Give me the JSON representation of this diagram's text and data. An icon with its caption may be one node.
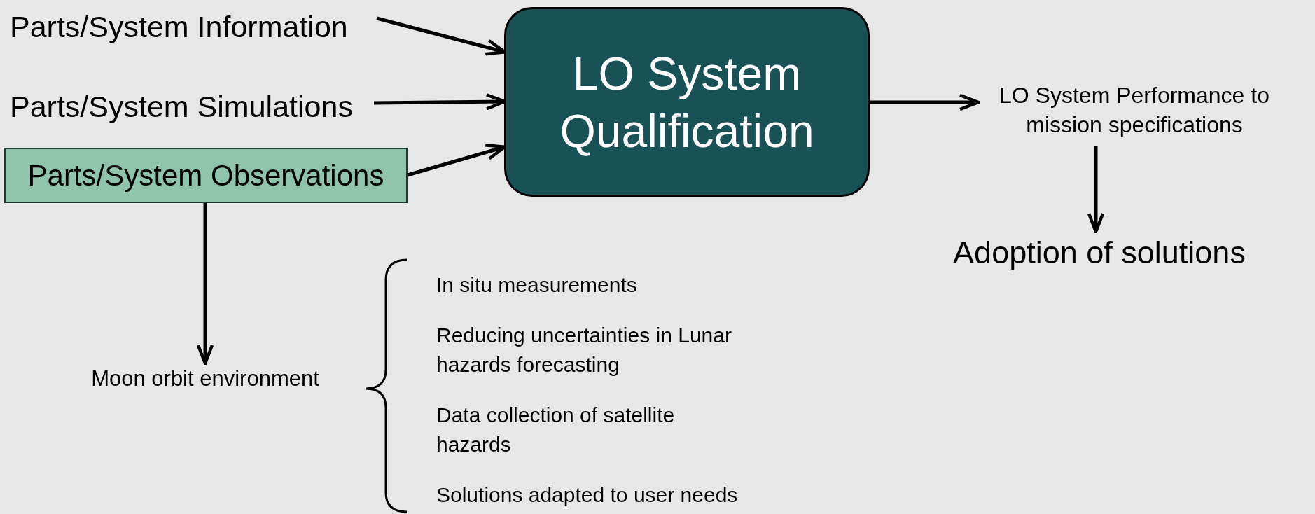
{
  "diagram": {
    "nodes": [
      {
        "text": [
          "Parts/System Information"
        ]
      },
      {
        "text": [
          "Parts/System Simulations"
        ]
      },
      {
        "text": [
          "Parts/System Observations"
        ]
      },
      {
        "text": [
          "LO System Qualification"
        ]
      },
      {
        "text": [
          "LO System Performance to mission specifications"
        ]
      },
      {
        "text": [
          "Adoption of solutions"
        ]
      },
      {
        "text": [
          "Moon orbit environment"
        ]
      }
    ],
    "edges": [
      {
        "from": 0,
        "to": 3,
        "arrow": "to"
      },
      {
        "from": 1,
        "to": 3,
        "arrow": "to"
      },
      {
        "from": 2,
        "to": 3,
        "arrow": "to"
      },
      {
        "from": 3,
        "to": 4,
        "arrow": "to"
      },
      {
        "from": 4,
        "to": 5,
        "arrow": "to"
      },
      {
        "from": 2,
        "to": 6,
        "arrow": "to"
      }
    ],
    "labels": [
      "In situ measurements",
      "Reducing uncertainties in Lunar hazards forecasting",
      "Data collection of satellite hazards",
      "Solutions adapted to user needs"
    ]
  }
}
